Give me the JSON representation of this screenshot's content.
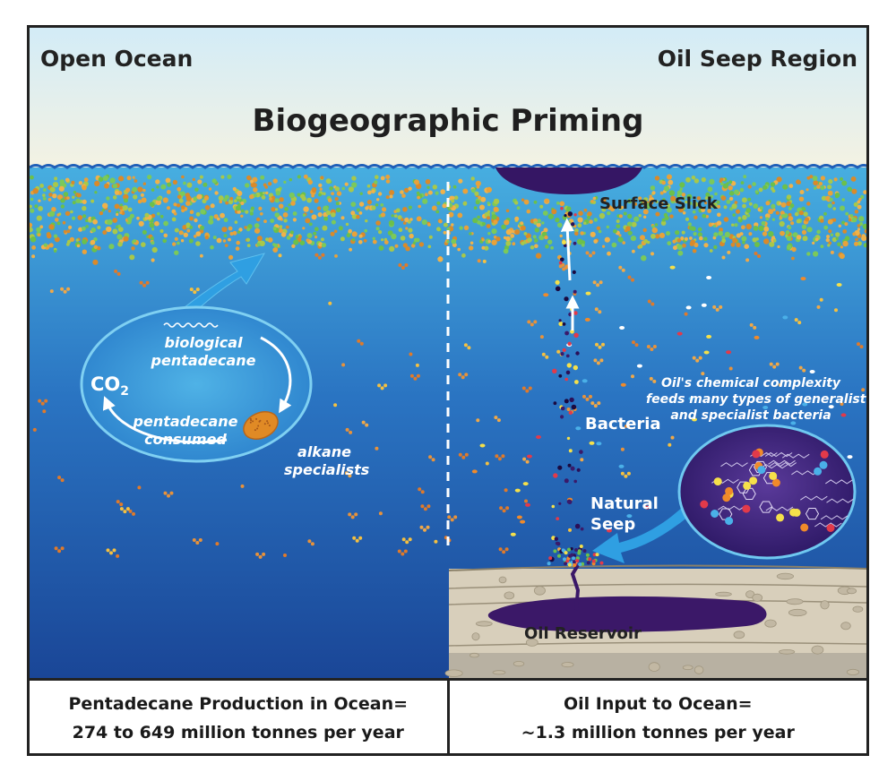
{
  "header": {
    "left_label": "Open Ocean",
    "right_label": "Oil Seep Region",
    "title": "Biogeographic Priming"
  },
  "left_panel": {
    "cycle_top": "biological",
    "cycle_top2": "pentadecane",
    "co2_main": "CO",
    "co2_sub": "2",
    "cycle_bottom": "pentadecane",
    "cycle_bottom2": "consumed",
    "specialists_1": "alkane",
    "specialists_2": "specialists"
  },
  "right_panel": {
    "surface_slick": "Surface Slick",
    "bacteria": "Bacteria",
    "natural_seep_1": "Natural",
    "natural_seep_2": "Seep",
    "oil_reservoir": "Oil Reservoir",
    "complexity_1": "Oil's chemical complexity",
    "complexity_2": "feeds many types of generalist",
    "complexity_3": "and specialist bacteria"
  },
  "footer": {
    "left_line1": "Pentadecane Production in Ocean=",
    "left_line2": "274 to 649 million tonnes per year",
    "right_line1": "Oil Input to Ocean=",
    "right_line2": "~1.3 million tonnes per year"
  },
  "colors": {
    "sky": "#eaf6fb",
    "ocean_top": "#3fa6dc",
    "ocean_bottom": "#1c4fa0",
    "oil": "#3a1a66",
    "sediment": "#d6cdb8",
    "arrow": "#2b9ee0"
  }
}
